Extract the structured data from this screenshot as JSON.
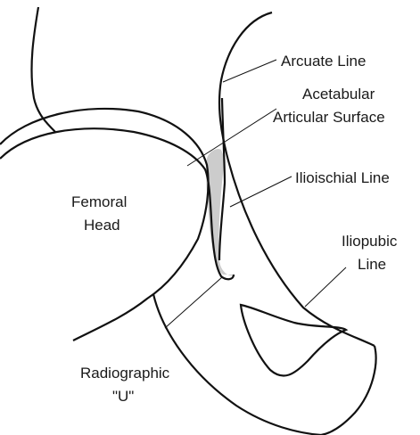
{
  "diagram": {
    "labels": {
      "arcuate_line": "Arcuate Line",
      "acetabular_line1": "Acetabular",
      "acetabular_line2": "Articular Surface",
      "ilioischial_line": "Ilioischial Line",
      "femoral_head_line1": "Femoral",
      "femoral_head_line2": "Head",
      "iliopubic_line1": "Iliopubic",
      "iliopubic_line2": "Line",
      "radiographic_u_line1": "Radiographic",
      "radiographic_u_line2": "\"U\""
    },
    "colors": {
      "stroke": "#111111",
      "u_fill": "#cccccc",
      "background": "#ffffff"
    }
  }
}
